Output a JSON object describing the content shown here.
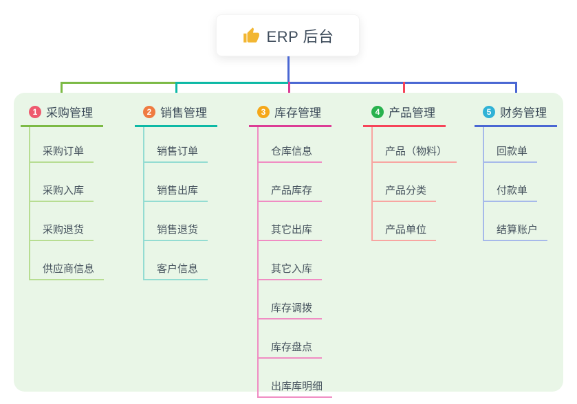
{
  "root": {
    "label": "ERP 后台",
    "icon": "thumbs-up-icon"
  },
  "branches": [
    {
      "index": "1",
      "label": "采购管理",
      "accent_color": "#7cba45",
      "line_color": "#b7dd92",
      "badge_color": "#ee5a6e",
      "children": [
        "采购订单",
        "采购入库",
        "采购退货",
        "供应商信息"
      ]
    },
    {
      "index": "2",
      "label": "销售管理",
      "accent_color": "#0db9a5",
      "line_color": "#93dcd2",
      "badge_color": "#ef7b41",
      "children": [
        "销售订单",
        "销售出库",
        "销售退货",
        "客户信息"
      ]
    },
    {
      "index": "3",
      "label": "库存管理",
      "accent_color": "#dc3d95",
      "line_color": "#f08cc3",
      "badge_color": "#f5a718",
      "children": [
        "仓库信息",
        "产品库存",
        "其它出库",
        "其它入库",
        "库存调拨",
        "库存盘点",
        "出库库明细"
      ]
    },
    {
      "index": "4",
      "label": "产品管理",
      "accent_color": "#f64459",
      "line_color": "#f8a5a1",
      "badge_color": "#29b24e",
      "children": [
        "产品（物料）",
        "产品分类",
        "产品单位"
      ]
    },
    {
      "index": "5",
      "label": "财务管理",
      "accent_color": "#4a67d3",
      "line_color": "#a6b9ea",
      "badge_color": "#30b2d6",
      "children": [
        "回款单",
        "付款单",
        "结算账户"
      ]
    }
  ],
  "connectors": {
    "root_stem_color": "#4a67d3",
    "rail_segment_colors": [
      "#7cba45",
      "#0db9a5",
      "#4a67d3"
    ],
    "drop_colors": [
      "#7cba45",
      "#0db9a5",
      "#dc3d95",
      "#f64459",
      "#4a67d3"
    ]
  },
  "panel": {
    "background": "#e9f6e7"
  }
}
